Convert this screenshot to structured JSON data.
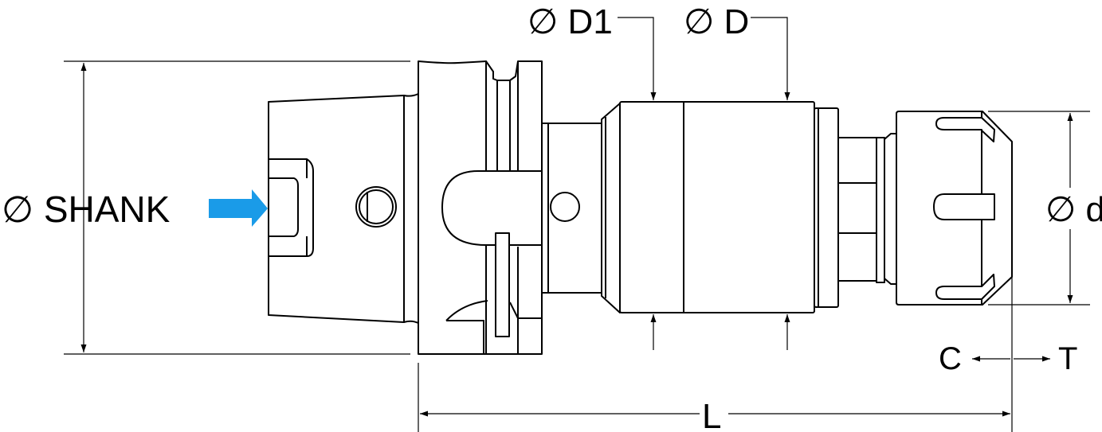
{
  "labels": {
    "shank": "∅ SHANK",
    "d1": "∅ D1",
    "d_outer": "∅ D",
    "d_collet": "∅ d",
    "c": "C",
    "t": "T",
    "l": "L"
  },
  "colors": {
    "arrow": "#1a9be8",
    "line": "#000000"
  }
}
